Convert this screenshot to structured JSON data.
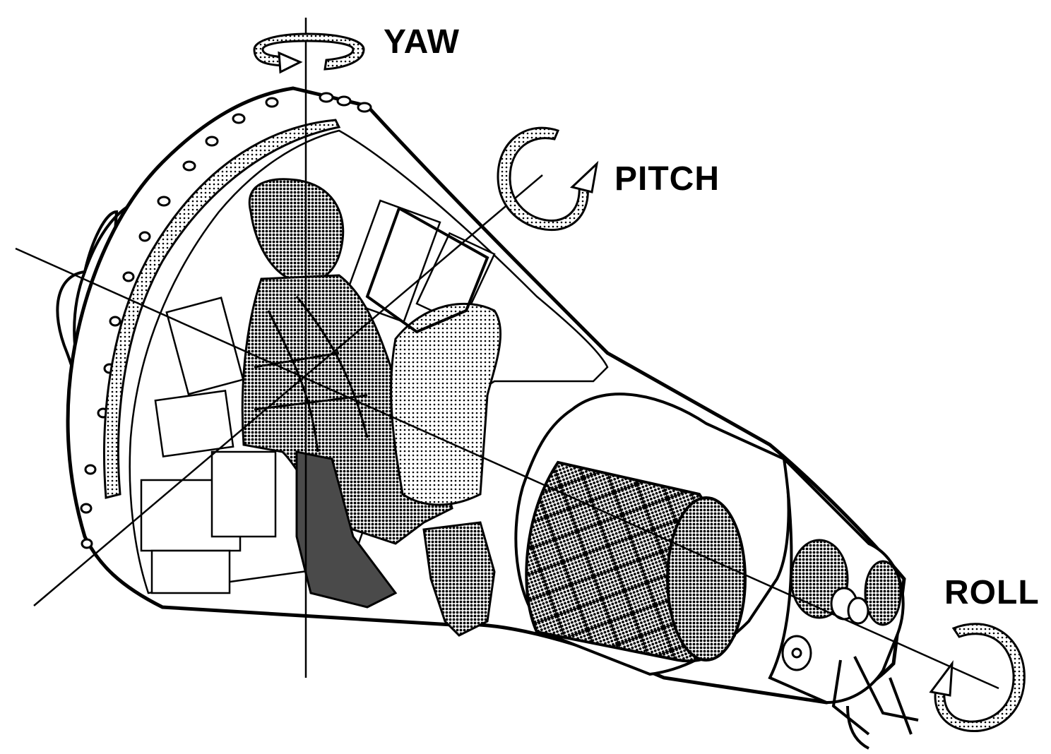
{
  "labels": {
    "yaw": "YAW",
    "pitch": "PITCH",
    "roll": "ROLL"
  },
  "colors": {
    "ink": "#000000",
    "background": "#ffffff",
    "stipple": "#8a8a8a",
    "dark_fill": "#4a4a4a"
  },
  "icons": {
    "yaw": "rotation-arrow-icon",
    "pitch": "rotation-arrow-icon",
    "roll": "rotation-arrow-icon"
  }
}
